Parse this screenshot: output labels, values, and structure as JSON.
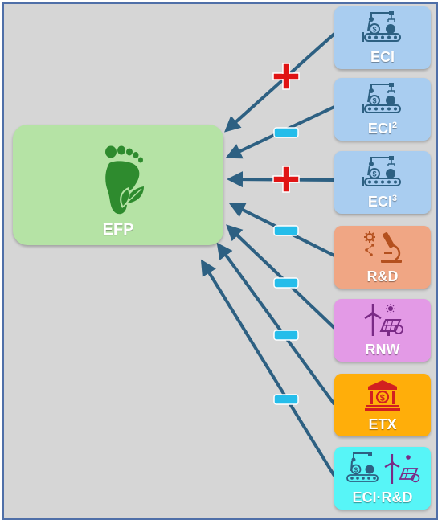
{
  "target": {
    "label": "EFP",
    "color": "#b5e3a5",
    "icon": "footprint-leaf-icon"
  },
  "variables": [
    {
      "id": "eci",
      "label": "ECI",
      "sup": "",
      "sign": "+",
      "color": "#a9cdf0",
      "icon": "industry-robot-icon"
    },
    {
      "id": "eci2",
      "label": "ECI",
      "sup": "2",
      "sign": "−",
      "color": "#a9cdf0",
      "icon": "industry-robot-icon"
    },
    {
      "id": "eci3",
      "label": "ECI",
      "sup": "3",
      "sign": "+",
      "color": "#a9cdf0",
      "icon": "industry-robot-icon"
    },
    {
      "id": "rd",
      "label": "R&D",
      "sup": "",
      "sign": "−",
      "color": "#f0a684",
      "icon": "microscope-gear-icon"
    },
    {
      "id": "rnw",
      "label": "RNW",
      "sup": "",
      "sign": "−",
      "color": "#e39ae6",
      "icon": "wind-solar-icon"
    },
    {
      "id": "etx",
      "label": "ETX",
      "sup": "",
      "sign": "−",
      "color": "#ffae0a",
      "icon": "bank-tax-icon"
    },
    {
      "id": "eci-rd",
      "label": "ECI·R&D",
      "sup": "",
      "sign": "−",
      "color": "#57f5f7",
      "icon": "industry-and-energy-icon"
    }
  ],
  "colors": {
    "arrow": "#2d6082",
    "plus": "#e01414",
    "minus": "#25bdea",
    "background": "#d6d6d6",
    "border": "#4f6fa8"
  }
}
